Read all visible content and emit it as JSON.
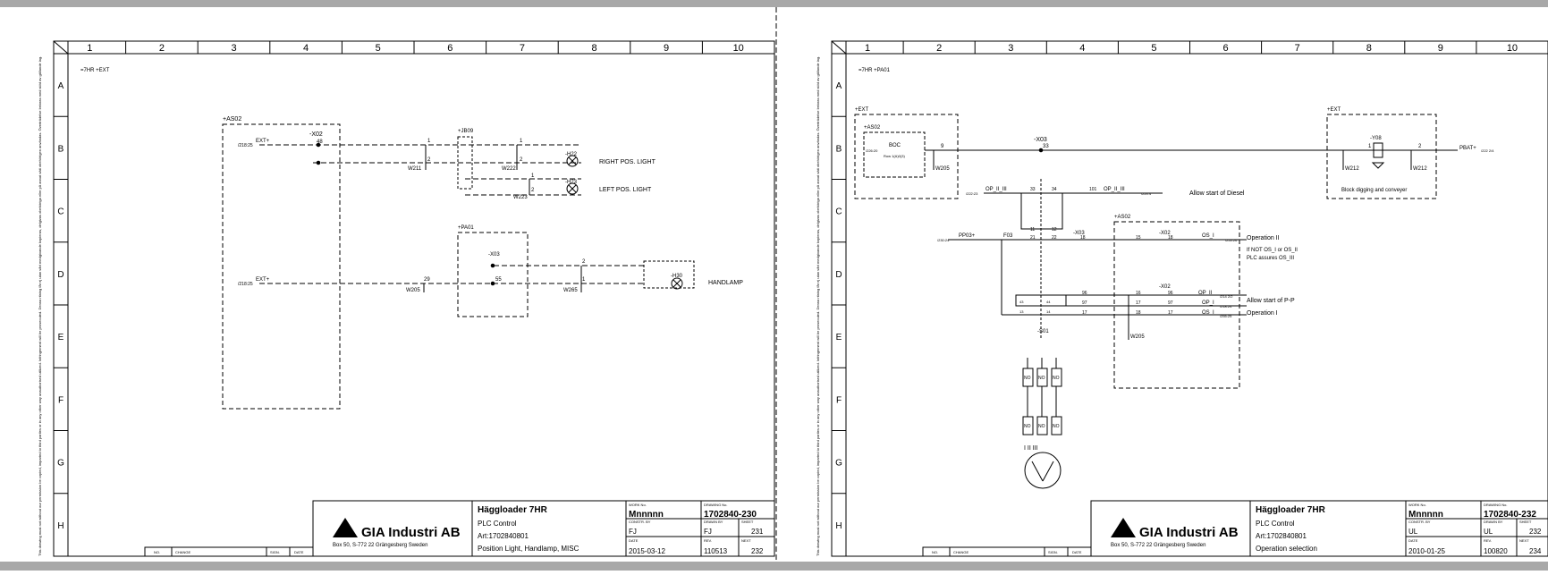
{
  "colors": {
    "frame_bar": "#a8a8a8",
    "ink": "#000000",
    "page": "#ffffff"
  },
  "pages": [
    {
      "columns": [
        "1",
        "2",
        "3",
        "4",
        "5",
        "6",
        "7",
        "8",
        "9",
        "10"
      ],
      "rows": [
        "A",
        "B",
        "C",
        "D",
        "E",
        "F",
        "G",
        "H"
      ],
      "location_code": "=7HR +EXT",
      "side_note": "This drawing must not without our permission be copied, imparted to third parties or in any other way unauthorised utilized. Infringement will be prosecuted. Denna ritning får ej utan vårt medgivande kopieras, delgivas obehöriga eller på annat sätt obehörigen användas. Överträdelse beivras med stöd av gällande lag.",
      "labels": {
        "as02": "+AS02",
        "x02": "-X02",
        "x02_pin": "48",
        "b_ref1": "/218:25",
        "b_ref2": "/218:25",
        "ext": "EXT+",
        "ext2": "EXT+",
        "w211": "W211",
        "w222": "W222",
        "w223": "W223",
        "w205": "W205",
        "w265": "W265",
        "jb09": "+JB09",
        "pa01": "+PA01",
        "x03": "-X03",
        "h22": "-H22",
        "h23": "-H23",
        "h30": "-H30",
        "right_pos": "RIGHT POS. LIGHT",
        "left_pos": "LEFT POS. LIGHT",
        "handlamp": "HANDLAMP",
        "n1a": "1",
        "n2a": "2",
        "n1b": "1",
        "n2b": "2",
        "n1c": "1",
        "n2c": "2",
        "n29": "29",
        "n55": "55",
        "n2d": "2",
        "n1d": "1"
      },
      "title_block": {
        "company": "GIA Industri AB",
        "address": "Box 50, S-772 22 Grängesberg Sweden",
        "product": "Häggloader 7HR",
        "line1": "PLC Control",
        "line2": "Art:1702840801",
        "line3": "Position Light, Handlamp, MISC",
        "work_no_label": "WORK No.",
        "work_no": "Mnnnnn",
        "drawing_no_label": "DRAWING No.",
        "drawing_no": "1702840-230",
        "constr_label": "CONSTR. BY",
        "constr": "FJ",
        "drawn_label": "DRAWN BY",
        "drawn": "FJ",
        "sheet_label": "SHEET",
        "sheet": "231",
        "date_label": "DATE",
        "date": "2015-03-12",
        "rev_label": "REV.",
        "rev": "110513",
        "next_label": "NEXT",
        "next": "232",
        "no_label": "NO.",
        "change_label": "CHANGE",
        "sign_label": "SIGN.",
        "date2_label": "DATE"
      }
    },
    {
      "columns": [
        "1",
        "2",
        "3",
        "4",
        "5",
        "6",
        "7",
        "8",
        "9",
        "10"
      ],
      "rows": [
        "A",
        "B",
        "C",
        "D",
        "E",
        "F",
        "G",
        "H"
      ],
      "location_code": "=7HR +PA01",
      "side_note": "This drawing must not without our permission be copied, imparted to third parties or in any other way unauthorised utilized. Infringement will be prosecuted. Denna ritning får ej utan vårt medgivande kopieras, delgivas obehöriga eller på annat sätt obehörigen användas. Överträdelse beivras med stöd av gällande lag.",
      "labels": {
        "ext_a": "+EXT",
        "as02": "+AS02",
        "boc": "BOC",
        "boc_ref": "/226:20",
        "row_ref": "Row 1(A)0(3)",
        "w205": "W205",
        "x03": "-X03",
        "x03_pin": "33",
        "pin9": "9",
        "ext_b": "+EXT",
        "y08": "-Y08",
        "w212a": "W212",
        "w212b": "W212",
        "pin1": "1",
        "pin2": "2",
        "pbat": "PBAT+",
        "pbat_ref": "/222 2/4",
        "block_text": "Block digging and conveyer",
        "op_ref": "/222:23",
        "op_label": "OP_II_III",
        "op_pin1": "33",
        "op_pin2": "34",
        "op_pin3": "101",
        "op_label2": "OP_II_III",
        "op_ref2": "/224:4",
        "allow_diesel": "Allow start of Diesel",
        "as02b": "+AS02",
        "x03b": "-X03",
        "x02b": "-X02",
        "pp03": "PP03+",
        "pp03_ref": "/230:24",
        "f03": "F03",
        "p11": "11",
        "p12": "12",
        "p21": "21",
        "p22": "22",
        "p18": "18",
        "p15": "15",
        "p18b": "18",
        "os_label": "OS_I",
        "os_ref": "/255:26",
        "opii": "Operation II",
        "if_not": "If NOT OS_I or OS_II",
        "plc_assures": "PLC assures OS_III",
        "x02c": "-X02",
        "p96": "96",
        "p16": "16",
        "p96b": "96",
        "p97": "97",
        "p17": "17",
        "p97b": "97",
        "p17b": "17",
        "p18c": "18",
        "p17c": "17",
        "opii2": "OP_II",
        "opii2_ref": "/214 2/2",
        "opi": "OP_I",
        "opi_ref": "/218:24",
        "os2": "OS_I",
        "os2_ref": "/255:25",
        "allow_pp": "Allow start of P-P",
        "opi_text": "Operation I",
        "w205b": "W205",
        "s01": "-S01",
        "p43": "43",
        "p44": "44",
        "p13": "13",
        "p14": "14",
        "no": "NO",
        "sw_labels": "I  II  III"
      },
      "title_block": {
        "company": "GIA Industri AB",
        "address": "Box 50, S-772 22 Grängesberg Sweden",
        "product": "Häggloader 7HR",
        "line1": "PLC Control",
        "line2": "Art:1702840801",
        "line3": "Operation selection",
        "work_no_label": "WORK No.",
        "work_no": "Mnnnnn",
        "drawing_no_label": "DRAWING No.",
        "drawing_no": "1702840-232",
        "constr_label": "CONSTR. BY",
        "constr": "UL",
        "drawn_label": "DRAWN BY",
        "drawn": "UL",
        "sheet_label": "SHEET",
        "sheet": "232",
        "date_label": "DATE",
        "date": "2010-01-25",
        "rev_label": "REV.",
        "rev": "100820",
        "next_label": "NEXT",
        "next": "234",
        "no_label": "NO.",
        "change_label": "CHANGE",
        "sign_label": "SIGN.",
        "date2_label": "DATE"
      }
    }
  ]
}
